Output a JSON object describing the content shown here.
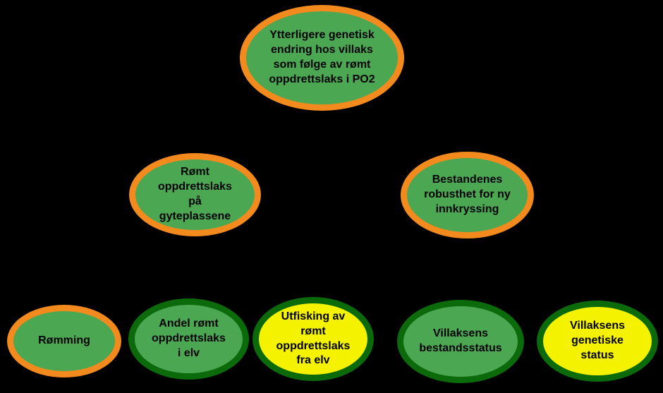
{
  "diagram": {
    "background_color": "#000000",
    "text_color": "#000000"
  },
  "palette": {
    "green": "#4ba752",
    "dark_green": "#0b6b0b",
    "orange": "#f28a1e",
    "yellow": "#f5f200"
  },
  "nodes": [
    {
      "id": "root-genetic-change",
      "label": "Ytterligere genetisk\nendring hos villaks\nsom følge av rømt\noppdrettslaks i PO2",
      "fill": "green",
      "border": "orange"
    },
    {
      "id": "escaped-salmon-spawning-grounds",
      "label": "Rømt\noppdrettslaks\npå\ngyteplassene",
      "fill": "green",
      "border": "orange"
    },
    {
      "id": "population-robustness",
      "label": "Bestandenes\nrobusthet for ny\ninnkryssing",
      "fill": "green",
      "border": "orange"
    },
    {
      "id": "escape",
      "label": "Rømming",
      "fill": "green",
      "border": "orange"
    },
    {
      "id": "proportion-escaped-in-river",
      "label": "Andel rømt\noppdrettslaks\ni elv",
      "fill": "green",
      "border": "dark_green"
    },
    {
      "id": "removal-escaped-from-river",
      "label": "Utfisking av\nrømt\noppdrettslaks\nfra elv",
      "fill": "yellow",
      "border": "dark_green"
    },
    {
      "id": "wild-salmon-population-status",
      "label": "Villaksens\nbestandsstatus",
      "fill": "green",
      "border": "dark_green"
    },
    {
      "id": "wild-salmon-genetic-status",
      "label": "Villaksens\ngenetiske\nstatus",
      "fill": "yellow",
      "border": "dark_green"
    }
  ]
}
